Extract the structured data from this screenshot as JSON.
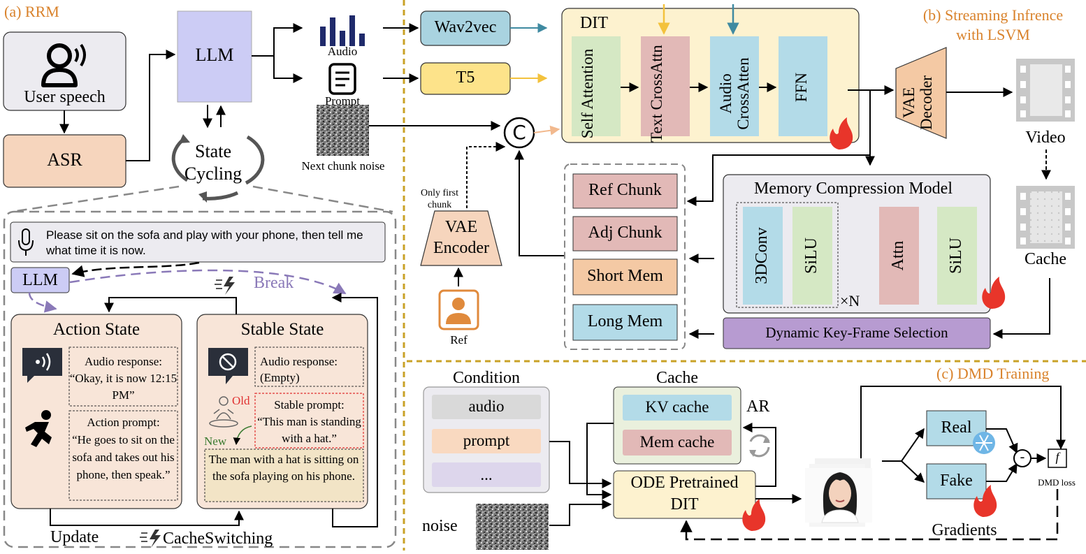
{
  "panels": {
    "a_title": "(a) RRM",
    "b_title_line1": "(b) Streaming Infrence",
    "b_title_line2": "with LSVM",
    "c_title": "(c) DMD Training"
  },
  "rrm": {
    "user_speech": "User speech",
    "asr": "ASR",
    "llm": "LLM",
    "audio_label": "Audio",
    "prompt_label": "Prompt",
    "state_cycling_line1": "State",
    "state_cycling_line2": "Cycling",
    "next_chunk_noise": "Next chunk noise",
    "user_prompt": "Please sit on the sofa and play with your phone, then tell me what time it is now.",
    "llm_small": "LLM",
    "break_label": "Break",
    "action_state": {
      "title": "Action State",
      "audio_response_label": "Audio response:",
      "audio_response_text": "“Okay, it is now 12:15 PM”",
      "action_prompt_label": "Action prompt:",
      "action_prompt_text": "“He goes to sit on the sofa and takes out his phone, then speak.”"
    },
    "stable_state": {
      "title": "Stable State",
      "audio_response_label": "Audio response:",
      "audio_response_text": "(Empty)",
      "old_label": "Old",
      "new_label": "New",
      "stable_prompt_label": "Stable prompt:",
      "stable_prompt_text": "“This man is standing with a hat.”",
      "new_prompt_text": "The man with a hat is sitting on the sofa playing on his phone."
    },
    "update_label": "Update",
    "cache_switching": "CacheSwitching"
  },
  "streaming": {
    "wav2vec": "Wav2vec",
    "t5": "T5",
    "dit_label": "DIT",
    "self_attention": "Self Attention",
    "text_crossattn": "Text CrossAttn",
    "audio_crossatten": "Audio CrossAtten",
    "ffn": "FFN",
    "concat_symbol": "C",
    "only_first_chunk": "Only first chunk",
    "vae_encoder": "VAE Encoder",
    "ref": "Ref",
    "vae_decoder": "VAE Decoder",
    "video": "Video",
    "cache": "Cache",
    "ref_chunk": "Ref Chunk",
    "adj_chunk": "Adj Chunk",
    "short_mem": "Short Mem",
    "long_mem": "Long Mem",
    "memory_compression_model": "Memory Compression Model",
    "conv3d": "3DConv",
    "silu1": "SiLU",
    "attn": "Attn",
    "silu2": "SiLU",
    "times_n": "×N",
    "dynamic_keyframe": "Dynamic Key-Frame Selection"
  },
  "dmd": {
    "condition": "Condition",
    "audio": "audio",
    "prompt": "prompt",
    "ellipsis": "...",
    "noise": "noise",
    "cache": "Cache",
    "kv_cache": "KV cache",
    "mem_cache": "Mem cache",
    "ar": "AR",
    "ode_line1": "ODE Pretrained",
    "ode_line2": "DIT",
    "real": "Real",
    "fake": "Fake",
    "minus": "-",
    "f": "f",
    "dmd_loss": "DMD loss",
    "gradients": "Gradients"
  },
  "colors": {
    "orange_text": "#d9822b",
    "divider": "#c9a227",
    "llm_fill": "#ccccf5",
    "asr_fill": "#f6d5bd",
    "wav2vec_fill": "#a9d3e0",
    "t5_fill": "#fde38a",
    "dit_fill": "#fdf2cf",
    "green_block": "#d5e8c4",
    "pink_block": "#e2b9b7",
    "blue_block": "#b3dbe8",
    "peach_block": "#f4c9a4",
    "purple_bar": "#b79bd1",
    "state_fill": "#f8e5d8",
    "break_purple": "#8a79b8"
  }
}
